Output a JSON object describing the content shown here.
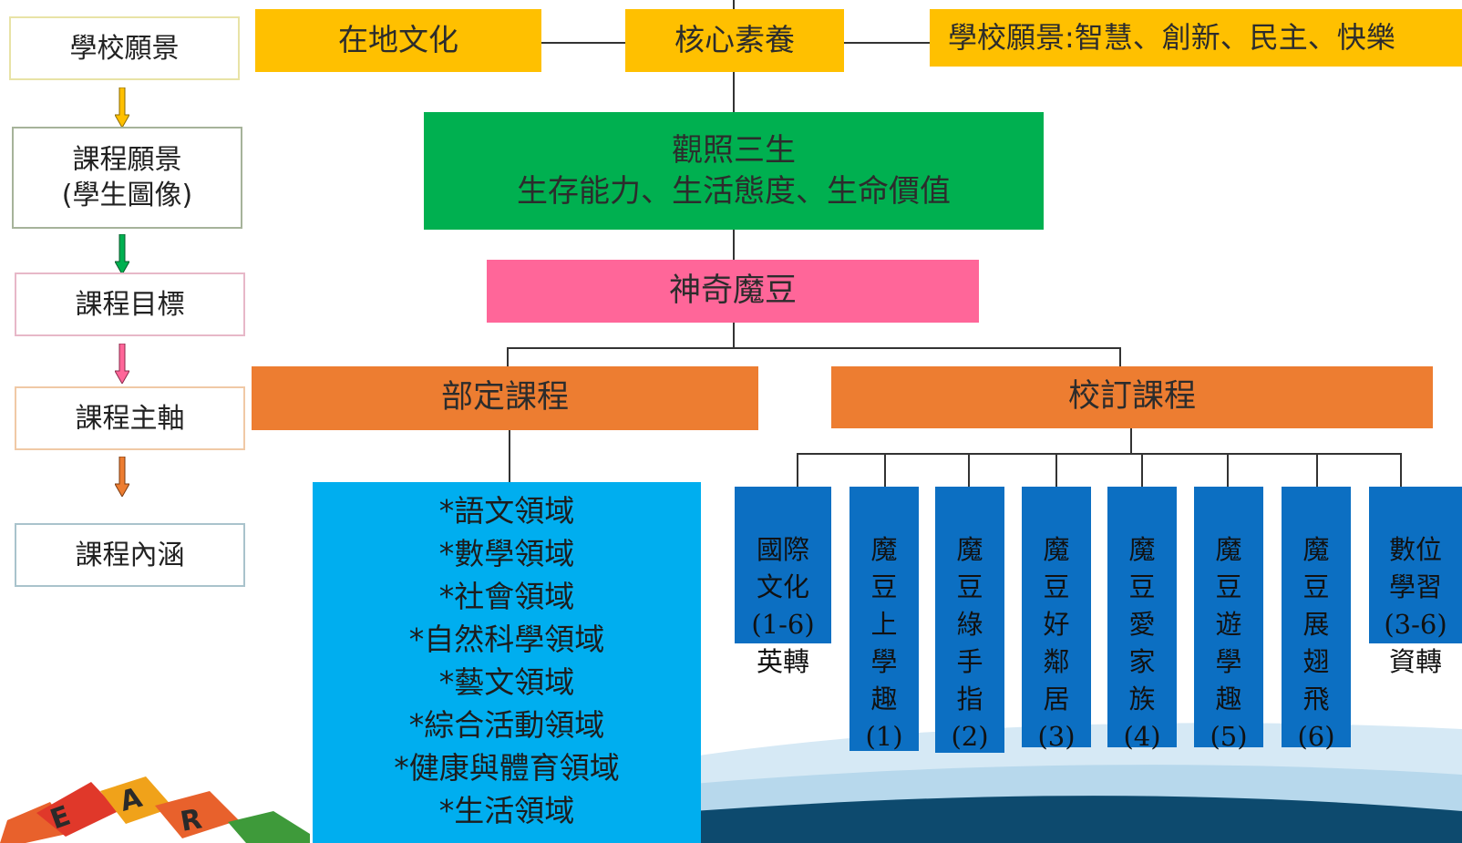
{
  "process_steps": [
    {
      "label": "學校願景"
    },
    {
      "label": "課程願景\n(學生圖像)"
    },
    {
      "label": "課程目標"
    },
    {
      "label": "課程主軸"
    },
    {
      "label": "課程內涵"
    }
  ],
  "top_row": {
    "left": "在地文化",
    "center": "核心素養",
    "right": "學校願景:智慧、創新、民主、快樂"
  },
  "green_box": {
    "line1": "觀照三生",
    "line2": "生存能力、生活態度、生命價值"
  },
  "pink_box": "神奇魔豆",
  "branches": {
    "left": "部定課程",
    "right": "校訂課程"
  },
  "domains": [
    "*語文領域",
    "*數學領域",
    "*社會領域",
    "*自然科學領域",
    "*藝文領域",
    "*綜合活動領域",
    "*健康與體育領域",
    "*生活領域"
  ],
  "school_courses": [
    "國際\n文化\n(1-6)\n英轉",
    "魔\n豆\n上\n學\n趣\n(1)",
    "魔\n豆\n綠\n手\n指\n(2)",
    "魔\n豆\n好\n鄰\n居\n(3)",
    "魔\n豆\n愛\n家\n族\n(4)",
    "魔\n豆\n遊\n學\n趣\n(5)",
    "魔\n豆\n展\n翅\n飛\n(6)",
    "數位\n學習\n(3-6)\n資轉"
  ],
  "decor": {
    "puzzle_letters": [
      "E",
      "A",
      "R"
    ],
    "colors": {
      "yellow": "#ffc000",
      "green": "#00b050",
      "pink": "#ff6699",
      "orange": "#ed7d31",
      "cyan": "#00aeef",
      "blue": "#0c6fc2"
    }
  }
}
